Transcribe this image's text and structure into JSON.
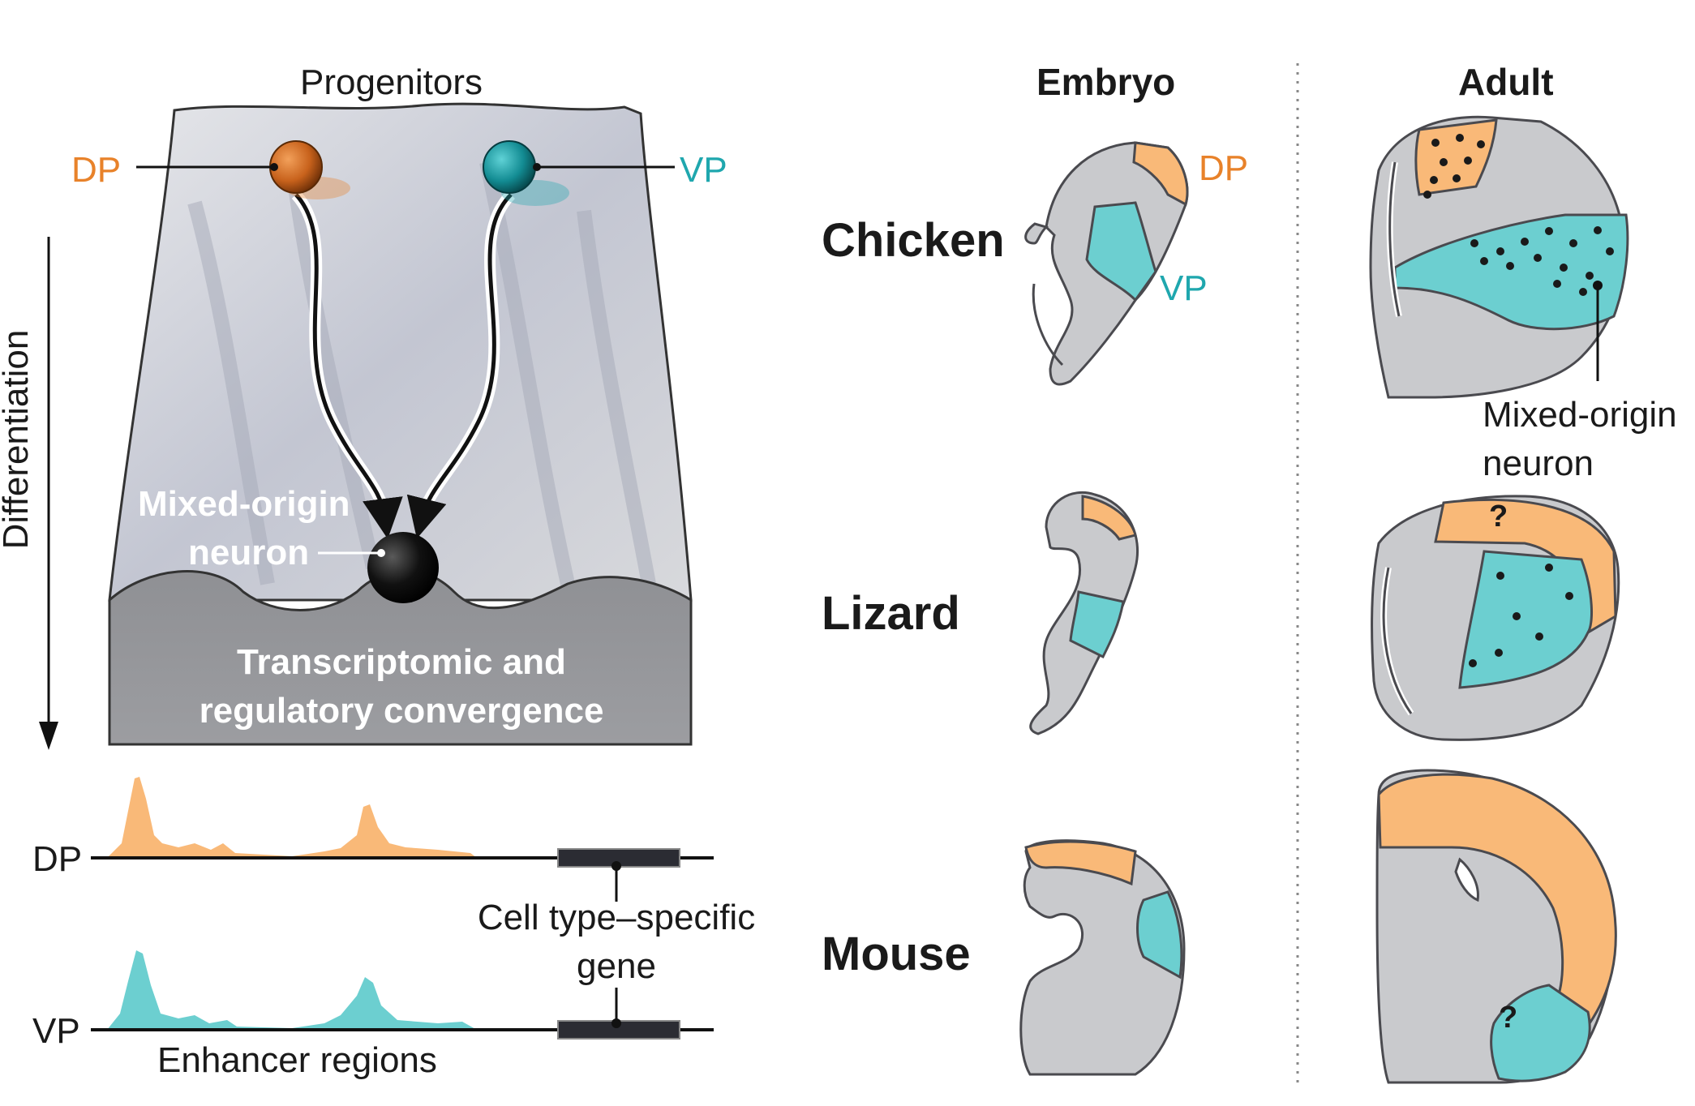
{
  "landscape": {
    "title": "Progenitors",
    "dp_label": "DP",
    "vp_label": "VP",
    "axis_label": "Differentiation",
    "neuron_label_line1": "Mixed-origin",
    "neuron_label_line2": "neuron",
    "convergence_line1": "Transcriptomic and",
    "convergence_line2": "regulatory convergence"
  },
  "tracks": {
    "dp_label": "DP",
    "vp_label": "VP",
    "gene_label_line1": "Cell type–specific",
    "gene_label_line2": "gene",
    "enhancer_label": "Enhancer regions"
  },
  "comparison": {
    "col_embryo": "Embryo",
    "col_adult": "Adult",
    "species": [
      "Chicken",
      "Lizard",
      "Mouse"
    ],
    "embryo_dp_label": "DP",
    "embryo_vp_label": "VP",
    "adult_neuron_line1": "Mixed-origin",
    "adult_neuron_line2": "neuron",
    "unknown_mark": "?"
  },
  "colors": {
    "dp": "#e8822a",
    "dp_fill": "#f9b978",
    "vp": "#1fa7ae",
    "vp_fill": "#6ccfd0",
    "tissue": "#c9cacd",
    "outline": "#4a4a4f",
    "neuron": "#111111"
  }
}
